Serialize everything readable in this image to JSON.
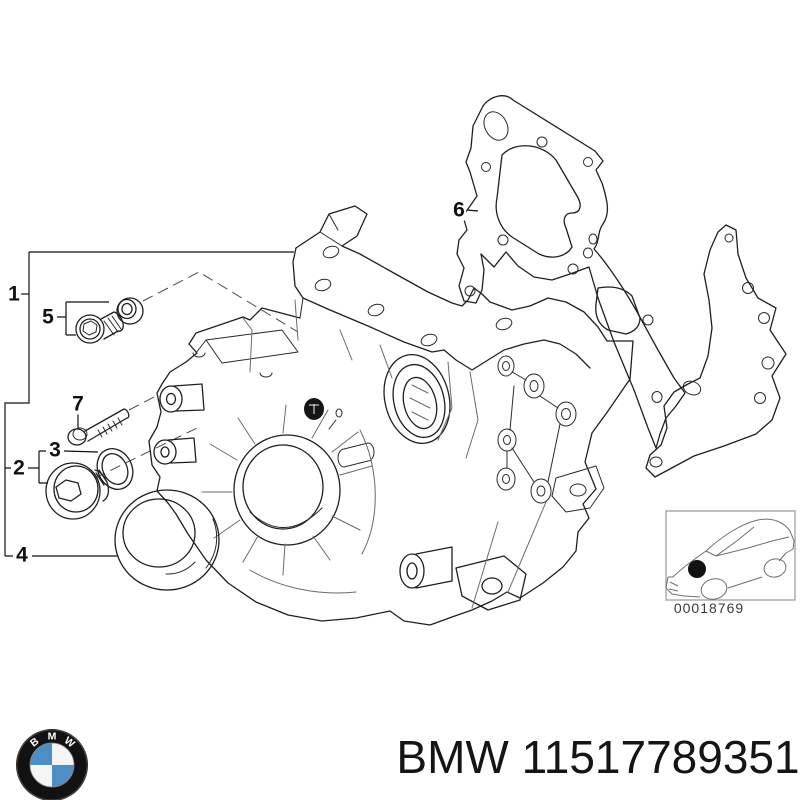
{
  "diagram": {
    "callouts": [
      {
        "id": "1"
      },
      {
        "id": "2"
      },
      {
        "id": "3"
      },
      {
        "id": "4"
      },
      {
        "id": "5"
      },
      {
        "id": "6"
      },
      {
        "id": "7"
      }
    ],
    "thumbnail": {
      "code": "00018769"
    }
  },
  "footer": {
    "logo_letters": [
      "B",
      "M",
      "W"
    ],
    "part_label": "BMW 11517789351"
  },
  "colors": {
    "line": "#1f1f1f",
    "roundel_blue": "#4d8fc5",
    "background": "#ffffff"
  }
}
